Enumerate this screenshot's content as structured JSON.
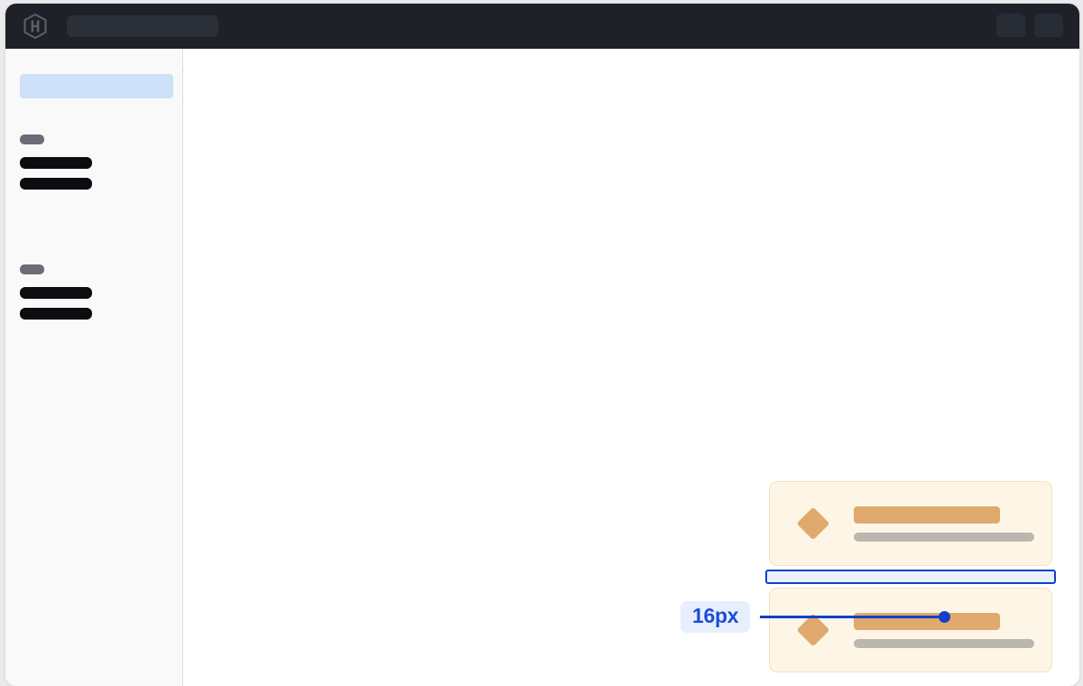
{
  "window": {
    "name": "design-inspector-window"
  },
  "topbar": {
    "logo_icon": "hashicorp-hexagon-logo",
    "search_placeholder": "",
    "search_value": "",
    "chips": [
      {
        "icon": "user-avatar-placeholder"
      },
      {
        "icon": "account-menu-placeholder"
      }
    ]
  },
  "sidebar": {
    "search_value": "",
    "search_placeholder": "",
    "collapse_tab_icon": "sidebar-collapse-tab",
    "groups": [
      {
        "label": "",
        "items": [
          {
            "label": ""
          },
          {
            "label": ""
          }
        ]
      },
      {
        "label": "",
        "items": [
          {
            "label": ""
          },
          {
            "label": ""
          }
        ]
      }
    ]
  },
  "canvas": {
    "cards": [
      {
        "icon": "diamond-icon",
        "title": "",
        "subtitle": ""
      },
      {
        "icon": "diamond-icon",
        "title": "",
        "subtitle": ""
      }
    ],
    "measurement": {
      "value": "16px",
      "label_text_color": "#1a4fd6",
      "label_background": "#e8effc",
      "line_color": "#1240cc",
      "band_fill": "#eaf1fe",
      "band_border": "#1240cc"
    }
  },
  "colors": {
    "topbar_background": "#1e2127",
    "sidebar_background": "#f9f9fa",
    "canvas_background": "#ffffff",
    "sidebar_search_highlight": "#cfe0f9",
    "skeleton_dark": "#0c0d10",
    "skeleton_muted": "#6a6d78",
    "card_background": "#fdf6e6",
    "card_border": "#f3e2bd",
    "card_accent": "#e0a96d",
    "card_skeleton_gray": "#b9b7ae"
  }
}
